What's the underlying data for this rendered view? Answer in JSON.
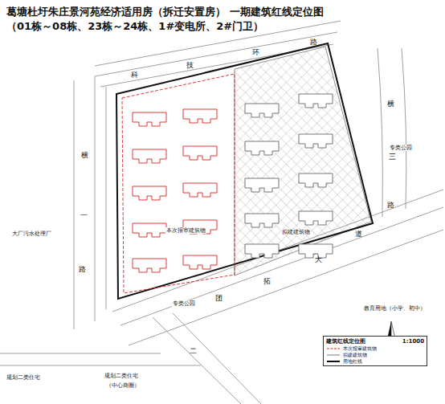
{
  "diagram": {
    "title": "葛塘杜圩朱庄景河苑经济适用房（拆迁安置房） 一期建筑红线定位图 （01栋～08栋、23栋～24栋、1#变电所、2#门卫）",
    "labels": [
      "科",
      "技",
      "环",
      "路",
      "横",
      "三",
      "路",
      "横",
      "一",
      "路",
      "道",
      "大",
      "拓",
      "团",
      "二",
      "大厂污水处理厂",
      "专类公园",
      "专类公园",
      "本次报审建筑物",
      "拟建建筑物",
      "规划二类住宅",
      "规划二类住宅",
      "（中心商圈）",
      "教育用地（小学、初中）",
      "建筑红线定位图",
      "1:1000"
    ],
    "legend": [
      {
        "text": "本次报审建筑物"
      },
      {
        "text": "拟建建筑物"
      },
      {
        "text": "用地红线"
      }
    ]
  }
}
